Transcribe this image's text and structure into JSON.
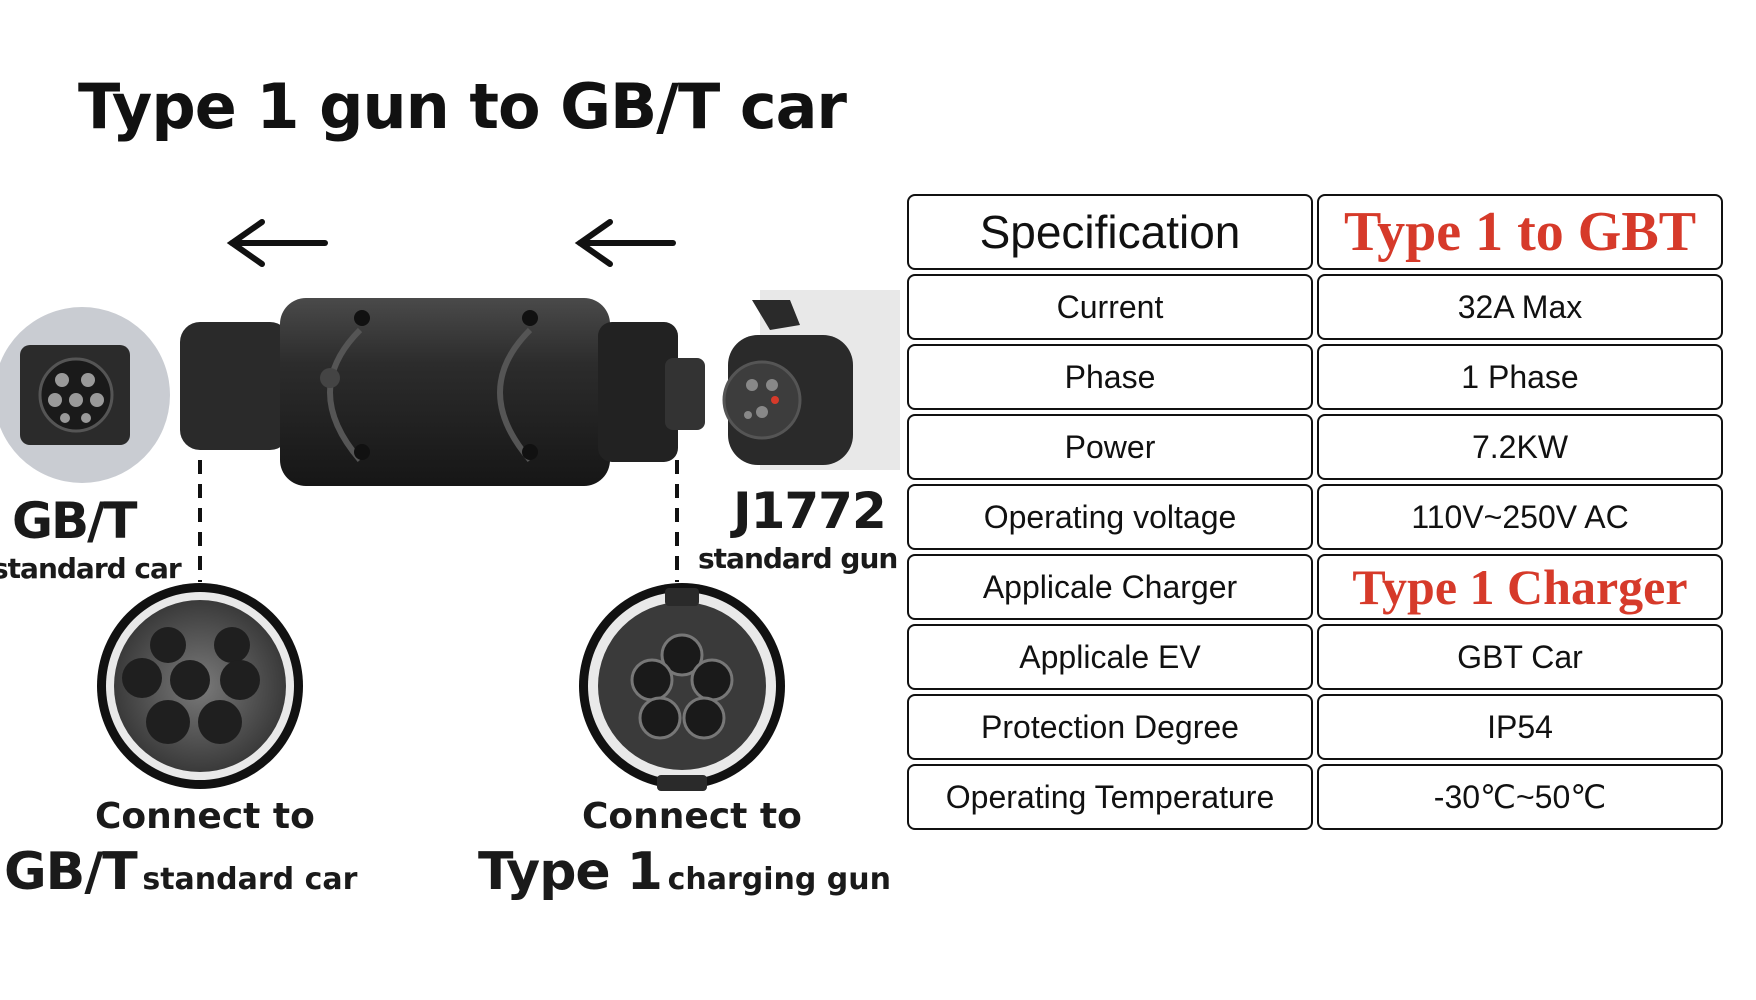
{
  "title": "Type 1 gun to GB/T car",
  "left_label": {
    "code": "GB/T",
    "sub": "standard car"
  },
  "right_label": {
    "code": "J1772",
    "sub": "standard gun"
  },
  "connect_left": {
    "line1": "Connect to",
    "big": "GB/T",
    "small": "standard car"
  },
  "connect_right": {
    "line1": "Connect to",
    "big": "Type 1",
    "small": "charging gun"
  },
  "table": {
    "header": {
      "key": "Specification",
      "value": "Type 1 to GBT"
    },
    "rows": [
      {
        "key": "Current",
        "value": "32A Max"
      },
      {
        "key": "Phase",
        "value": "1 Phase"
      },
      {
        "key": "Power",
        "value": "7.2KW"
      },
      {
        "key": "Operating voltage",
        "value": "110V~250V AC"
      },
      {
        "key": "Applicale Charger",
        "value": "Type 1 Charger"
      },
      {
        "key": "Applicale EV",
        "value": "GBT Car"
      },
      {
        "key": "Protection Degree",
        "value": "IP54"
      },
      {
        "key": "Operating Temperature",
        "value": "-30℃~50℃"
      }
    ]
  },
  "colors": {
    "accent_red": "#d63a2a",
    "adapter_body": "#2a2a2a"
  },
  "icons": [
    "arrow-left-icon",
    "arrow-left-icon"
  ]
}
